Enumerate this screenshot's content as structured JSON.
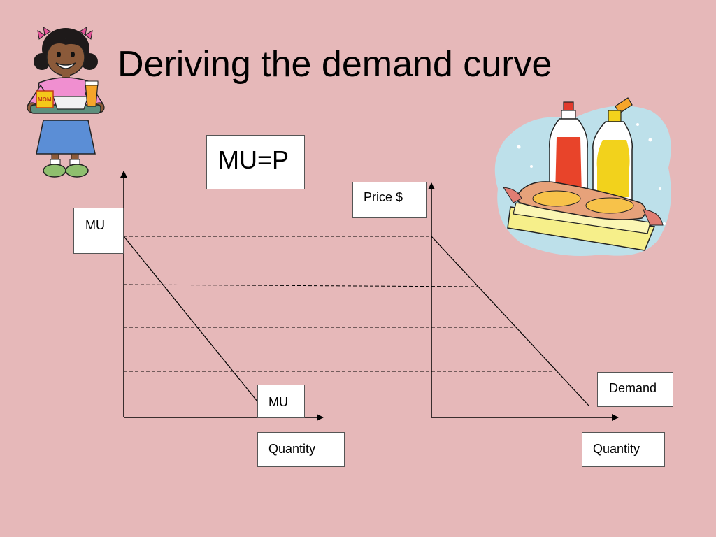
{
  "slide": {
    "title": "Deriving the demand curve",
    "background_color": "#e6b8b9"
  },
  "labels": {
    "equation": "MU=P",
    "left_y_axis": "MU",
    "left_curve": "MU",
    "left_x_axis": "Quantity",
    "right_y_axis": "Price $",
    "right_curve": "Demand",
    "right_x_axis": "Quantity"
  },
  "illustrations": {
    "left": "girl-carrying-lunch-tray-icon",
    "right": "sandwich-ketchup-mustard-icon",
    "mom_carton_text": "MOM"
  }
}
